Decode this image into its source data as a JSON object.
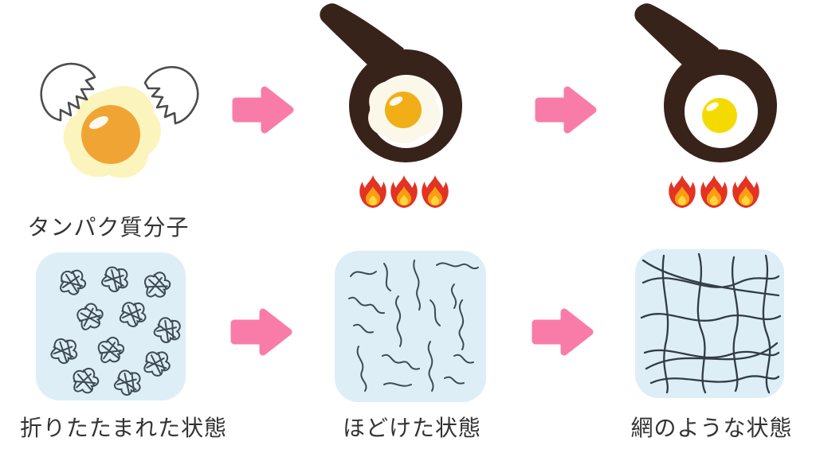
{
  "labels": {
    "protein_molecule": "タンパク質分子",
    "folded_state": "折りたたまれた状態",
    "unfolded_state": "ほどけた状態",
    "network_state": "網のような状態"
  },
  "flames": {
    "per_pan": 3
  },
  "colors": {
    "arrow_pink": "#f97ca8",
    "panel_blue": "#ddeef7",
    "pan_brown": "#38231a",
    "flame_red": "#e23324",
    "flame_orange": "#fb9e13",
    "flame_yellow": "#fdd63c",
    "raw_egg_white": "#fbf4bd",
    "raw_yolk": "#f0a433",
    "soft_cooked_yolk": "#f1ae17",
    "firm_cooked_yolk": "#f5da00",
    "protein_line": "#3e4a54",
    "text": "#333333"
  }
}
